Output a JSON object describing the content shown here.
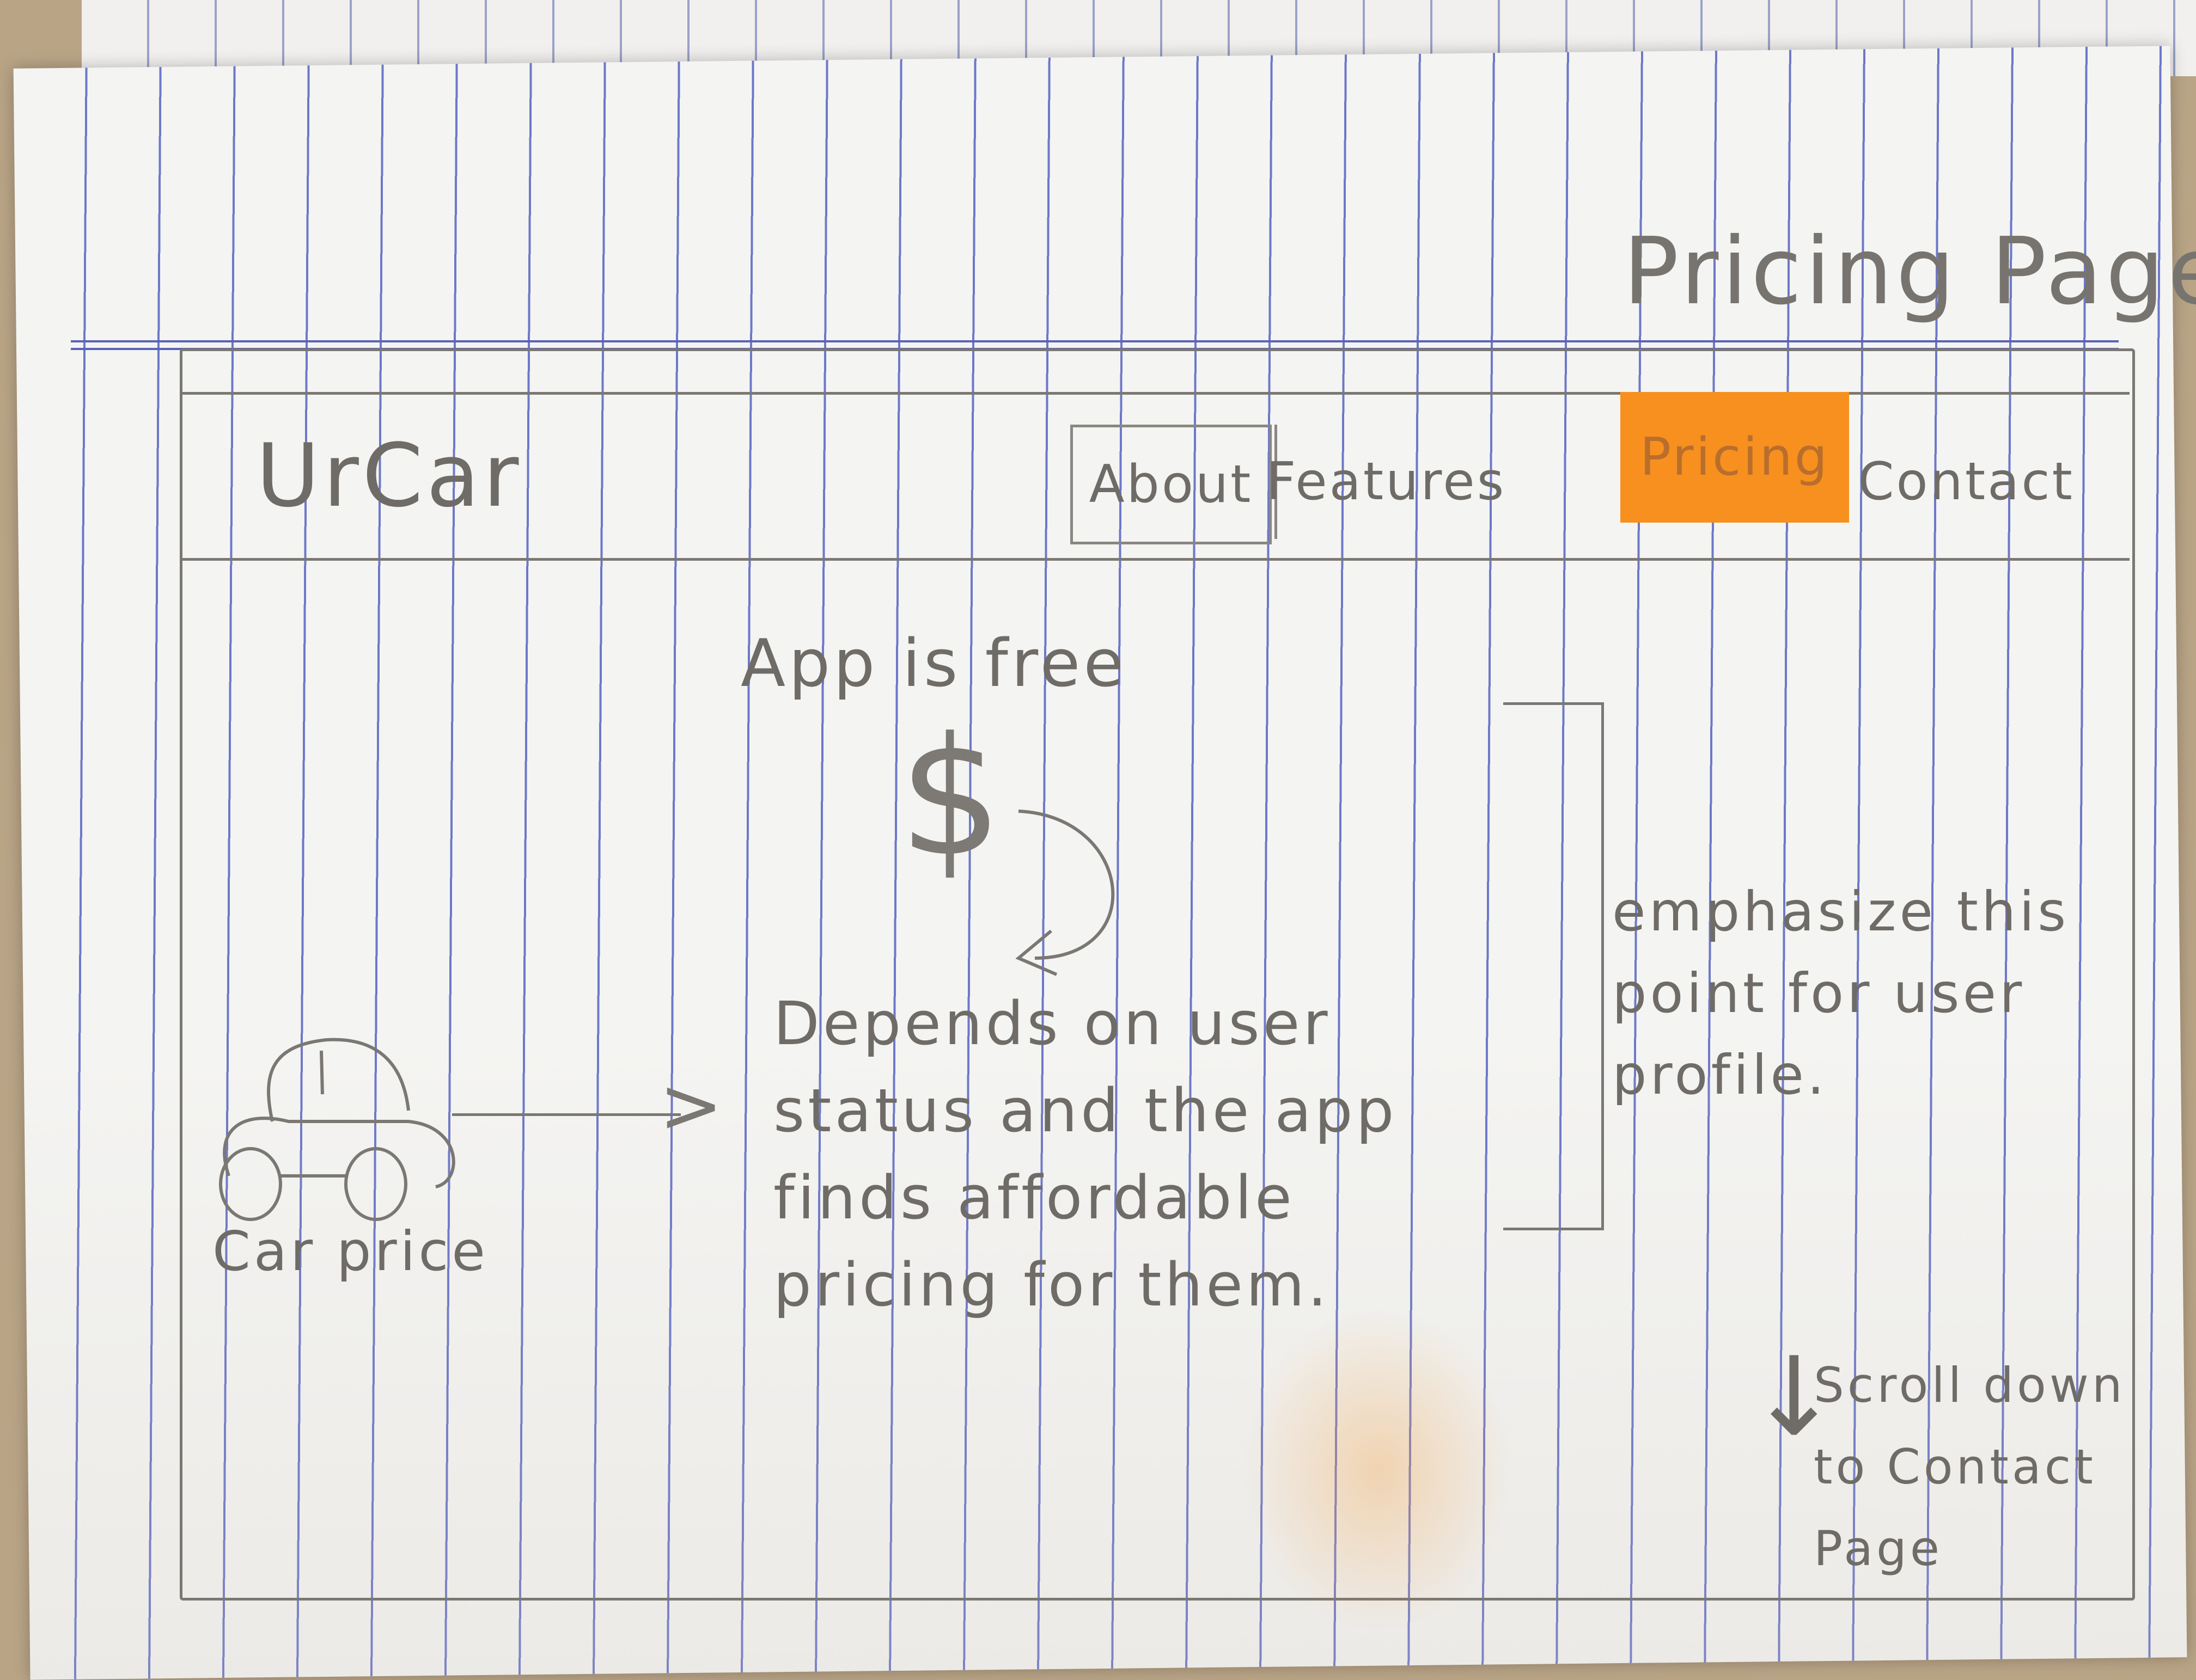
{
  "page_title": "Pricing Page",
  "nav": {
    "logo": "UrCar",
    "items": [
      "About",
      "Features",
      "Pricing",
      "Contact"
    ],
    "active_index": 2,
    "active_color": "#f7901e"
  },
  "content": {
    "headline": "App is free",
    "dollar_symbol": "$",
    "depends_text": "Depends on user status and the app finds affordable pricing for them.",
    "emphasis_note": "emphasize this point for user profile.",
    "car_label": "Car price",
    "scroll_note": "Scroll down to Contact Page"
  }
}
